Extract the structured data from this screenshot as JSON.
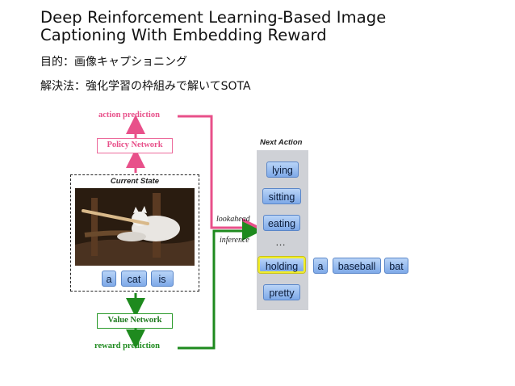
{
  "slide": {
    "title_line1": "Deep Reinforcement Learning-Based Image",
    "title_line2": "Captioning With Embedding Reward",
    "bullet1": "目的：画像キャプショニング",
    "bullet2": "解決法：強化学習の枠組みで解いてSOTA"
  },
  "figure": {
    "action_prediction": "action prediction",
    "policy_network": "Policy Network",
    "current_state": "Current State",
    "state_words": [
      "a",
      "cat",
      "is"
    ],
    "value_network": "Value Network",
    "reward_prediction": "reward prediction",
    "lookahead": "lookahead",
    "inference": "inference",
    "next_action_title": "Next Action",
    "candidates": [
      "lying",
      "sitting",
      "eating",
      "…",
      "holding",
      "pretty"
    ],
    "continuation": [
      "a",
      "baseball",
      "bat"
    ],
    "colors": {
      "policy": "#e8508a",
      "value": "#1e8a1e",
      "highlight": "#f2ee2a",
      "word_button": "#8fb6ec"
    }
  }
}
